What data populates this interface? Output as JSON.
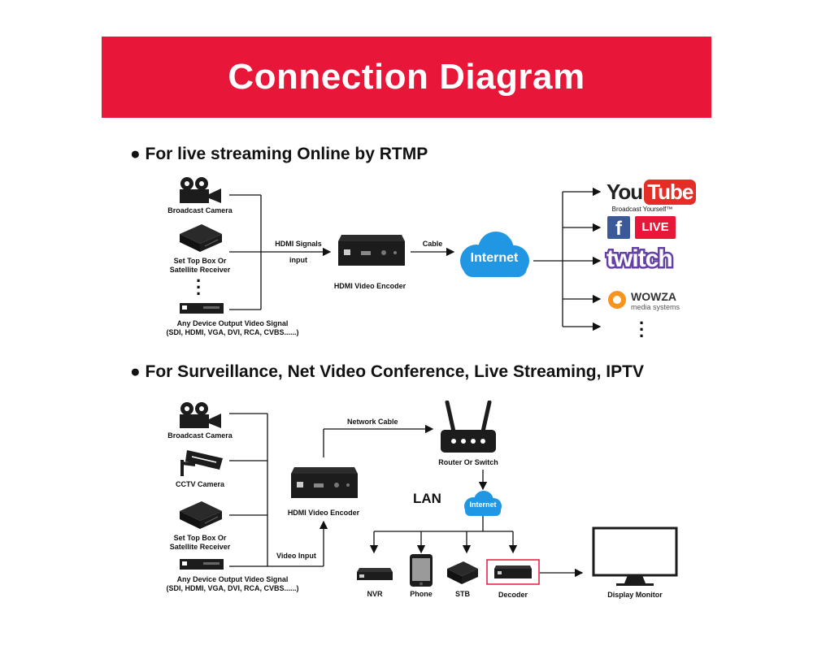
{
  "banner": {
    "title": "Connection Diagram"
  },
  "section1": {
    "heading": "● For live streaming Online by RTMP",
    "broadcast_camera": "Broadcast Camera",
    "set_top_box_line1": "Set Top Box Or",
    "set_top_box_line2": "Satellite Receiver",
    "any_device_line1": "Any Device Output Video Signal",
    "any_device_line2": "(SDI, HDMI, VGA, DVI, RCA, CVBS......)",
    "hdmi_signals": "HDMI Signals",
    "input": "input",
    "encoder_label": "HDMI Video Encoder",
    "cable": "Cable",
    "internet": "Internet",
    "platforms": {
      "youtube_you": "You",
      "youtube_tube": "Tube",
      "youtube_tagline": "Broadcast Yourself™",
      "facebook": "f",
      "live": "LIVE",
      "twitch": "twitch",
      "wowza": "WOWZA",
      "wowza_sub": "media systems"
    }
  },
  "section2": {
    "heading": "● For Surveillance, Net Video Conference, Live Streaming, IPTV",
    "broadcast_camera": "Broadcast Camera",
    "cctv_camera": "CCTV Camera",
    "set_top_box_line1": "Set Top Box Or",
    "set_top_box_line2": "Satellite Receiver",
    "any_device_line1": "Any Device Output Video Signal",
    "any_device_line2": "(SDI, HDMI, VGA, DVI, RCA, CVBS......)",
    "video_input": "Video Input",
    "encoder_label": "HDMI Video Encoder",
    "network_cable": "Network Cable",
    "router": "Router Or Switch",
    "lan": "LAN",
    "internet": "Internet",
    "nvr": "NVR",
    "phone": "Phone",
    "stb": "STB",
    "decoder": "Decoder",
    "display_monitor": "Display Monitor"
  },
  "colors": {
    "banner": "#e8173a",
    "cloud": "#2196e3",
    "decoder_box": "#e8173a",
    "device": "#1c1c1c"
  }
}
